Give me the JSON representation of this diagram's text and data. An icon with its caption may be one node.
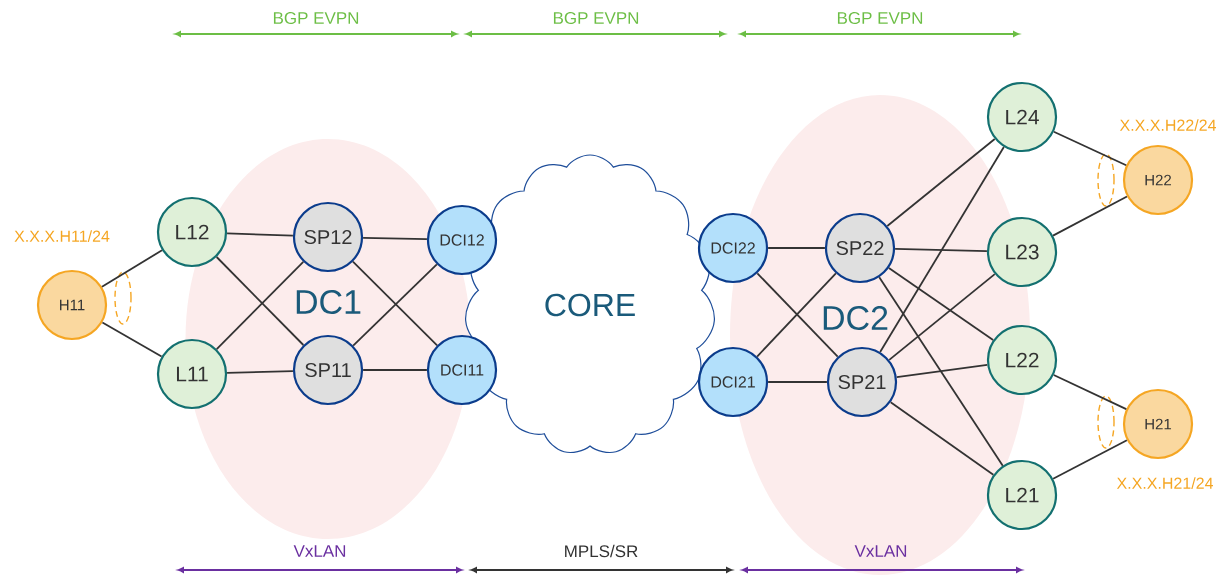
{
  "diagram": {
    "nodes": [
      {
        "text": [
          "H11"
        ],
        "beside": [
          "X.X.X.H11/24"
        ]
      },
      {
        "text": [
          "DC1"
        ]
      },
      {
        "text": [
          "L12"
        ]
      },
      {
        "text": [
          "L11"
        ]
      },
      {
        "text": [
          "SP12"
        ],
        "in": 1
      },
      {
        "text": [
          "SP11"
        ],
        "in": 1
      },
      {
        "text": [
          "DCI12"
        ]
      },
      {
        "text": [
          "DCI11"
        ]
      },
      {
        "text": [
          "CORE"
        ]
      },
      {
        "text": [
          "DC2"
        ]
      },
      {
        "text": [
          "DCI22"
        ]
      },
      {
        "text": [
          "DCI21"
        ]
      },
      {
        "text": [
          "SP22"
        ],
        "in": 9
      },
      {
        "text": [
          "SP21"
        ],
        "in": 9
      },
      {
        "text": [
          "L24"
        ]
      },
      {
        "text": [
          "L23"
        ]
      },
      {
        "text": [
          "L22"
        ]
      },
      {
        "text": [
          "L21"
        ]
      },
      {
        "text": [
          "H22"
        ],
        "beside": [
          "X.X.X.H22/24"
        ]
      },
      {
        "text": [
          "H21"
        ],
        "beside": [
          "X.X.X.H21/24"
        ]
      }
    ],
    "edges": [
      {
        "from": 0,
        "to": 2,
        "arrow": "none"
      },
      {
        "from": 0,
        "to": 3,
        "arrow": "none"
      },
      {
        "from": 2,
        "to": 4,
        "arrow": "none"
      },
      {
        "from": 2,
        "to": 5,
        "arrow": "none"
      },
      {
        "from": 3,
        "to": 4,
        "arrow": "none"
      },
      {
        "from": 3,
        "to": 5,
        "arrow": "none"
      },
      {
        "from": 4,
        "to": 6,
        "arrow": "none"
      },
      {
        "from": 4,
        "to": 7,
        "arrow": "none"
      },
      {
        "from": 5,
        "to": 6,
        "arrow": "none"
      },
      {
        "from": 5,
        "to": 7,
        "arrow": "none"
      },
      {
        "from": 10,
        "to": 12,
        "arrow": "none"
      },
      {
        "from": 10,
        "to": 13,
        "arrow": "none"
      },
      {
        "from": 11,
        "to": 12,
        "arrow": "none"
      },
      {
        "from": 11,
        "to": 13,
        "arrow": "none"
      },
      {
        "from": 12,
        "to": 14,
        "arrow": "none"
      },
      {
        "from": 12,
        "to": 15,
        "arrow": "none"
      },
      {
        "from": 12,
        "to": 16,
        "arrow": "none"
      },
      {
        "from": 12,
        "to": 17,
        "arrow": "none"
      },
      {
        "from": 13,
        "to": 14,
        "arrow": "none"
      },
      {
        "from": 13,
        "to": 15,
        "arrow": "none"
      },
      {
        "from": 13,
        "to": 16,
        "arrow": "none"
      },
      {
        "from": 13,
        "to": 17,
        "arrow": "none"
      },
      {
        "from": 14,
        "to": 18,
        "arrow": "none"
      },
      {
        "from": 15,
        "to": 18,
        "arrow": "none"
      },
      {
        "from": 16,
        "to": 19,
        "arrow": "none"
      },
      {
        "from": 17,
        "to": 19,
        "arrow": "none"
      }
    ],
    "labels": [
      "BGP EVPN",
      "BGP EVPN",
      "BGP EVPN",
      "VxLAN",
      "MPLS/SR",
      "VxLAN"
    ]
  }
}
